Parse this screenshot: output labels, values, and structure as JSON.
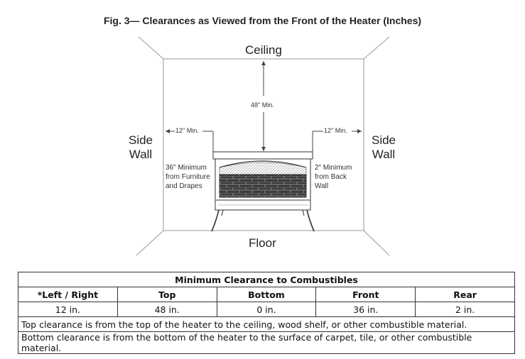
{
  "figure": {
    "title": "Fig. 3— Clearances as Viewed from the Front of the Heater (Inches)",
    "ceiling_label": "Ceiling",
    "floor_label": "Floor",
    "left_wall_label": [
      "Side",
      "Wall"
    ],
    "right_wall_label": [
      "Side",
      "Wall"
    ],
    "top_clearance": "48\" Min.",
    "left_side_clearance": "12\" Min.",
    "right_side_clearance": "12\" Min.",
    "front_note": [
      "36\" Minimum",
      "from Furniture",
      "and Drapes"
    ],
    "back_note": [
      "2\" Minimum",
      "from Back",
      "Wall"
    ]
  },
  "table": {
    "title": "Minimum Clearance to Combustibles",
    "headers": [
      "*Left / Right",
      "Top",
      "Bottom",
      "Front",
      "Rear"
    ],
    "values": [
      "12 in.",
      "48 in.",
      "0 in.",
      "36 in.",
      "2 in."
    ],
    "notes": [
      "Top clearance is from the top of the heater to the ceiling, wood shelf, or other combustible material.",
      "Bottom clearance is from the bottom of the heater to the surface of carpet, tile, or other combustible material."
    ]
  }
}
